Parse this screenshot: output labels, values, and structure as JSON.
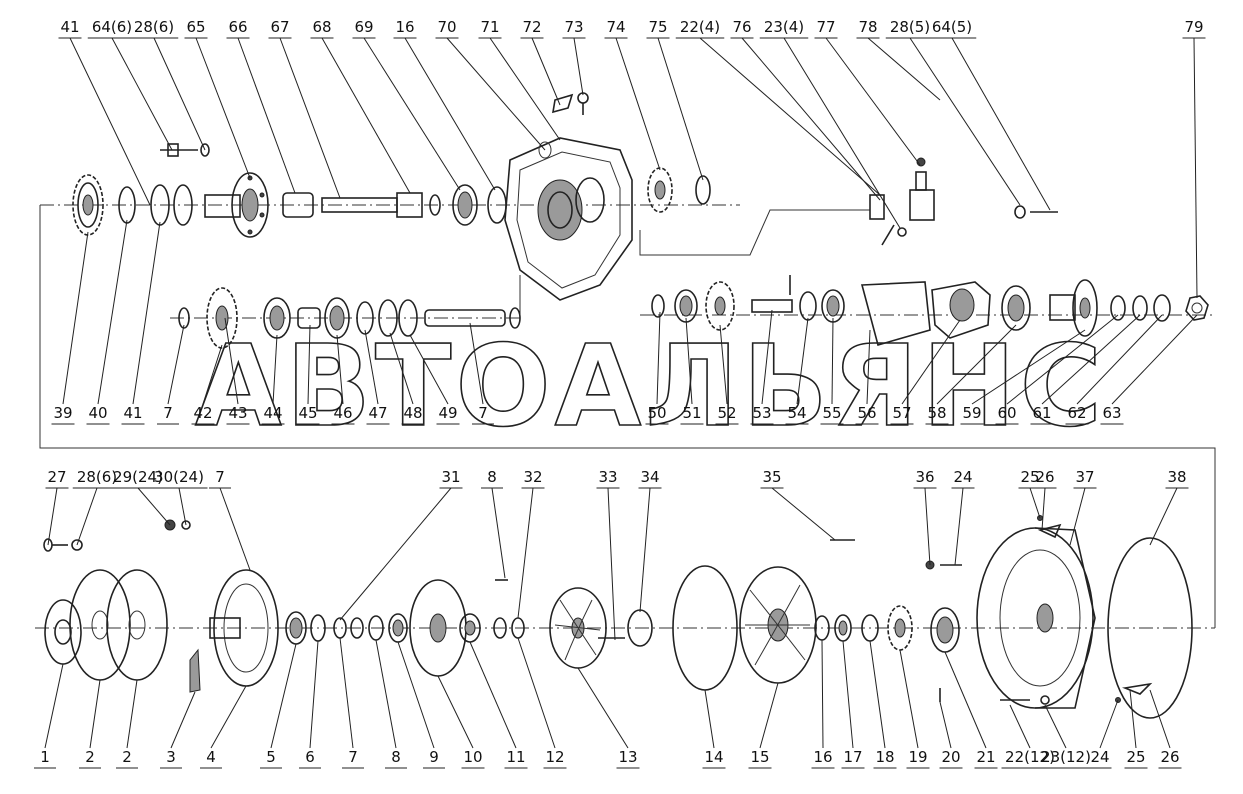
{
  "watermark": "АВТОАЛЬЯНС",
  "labels": {
    "top": [
      "41",
      "64(6)",
      "28(6)",
      "65",
      "66",
      "67",
      "68",
      "69",
      "16",
      "70",
      "71",
      "72",
      "73",
      "74",
      "75",
      "22(4)",
      "76",
      "23(4)",
      "77",
      "78",
      "28(5)",
      "64(5)",
      "79"
    ],
    "mid": [
      "39",
      "40",
      "41",
      "7",
      "42",
      "43",
      "44",
      "45",
      "46",
      "47",
      "48",
      "49",
      "7",
      "50",
      "51",
      "52",
      "53",
      "54",
      "55",
      "56",
      "57",
      "58",
      "59",
      "60",
      "61",
      "62",
      "63"
    ],
    "low_top": [
      "27",
      "28(6)",
      "29(24)",
      "30(24)",
      "7",
      "31",
      "8",
      "32",
      "33",
      "34",
      "35",
      "36",
      "24",
      "25",
      "26",
      "37",
      "38"
    ],
    "bottom": [
      "1",
      "2",
      "2",
      "3",
      "4",
      "5",
      "6",
      "7",
      "8",
      "9",
      "10",
      "11",
      "12",
      "13",
      "14",
      "15",
      "16",
      "17",
      "18",
      "19",
      "20",
      "21",
      "22(12)",
      "23(12)",
      "24",
      "25",
      "26"
    ]
  }
}
